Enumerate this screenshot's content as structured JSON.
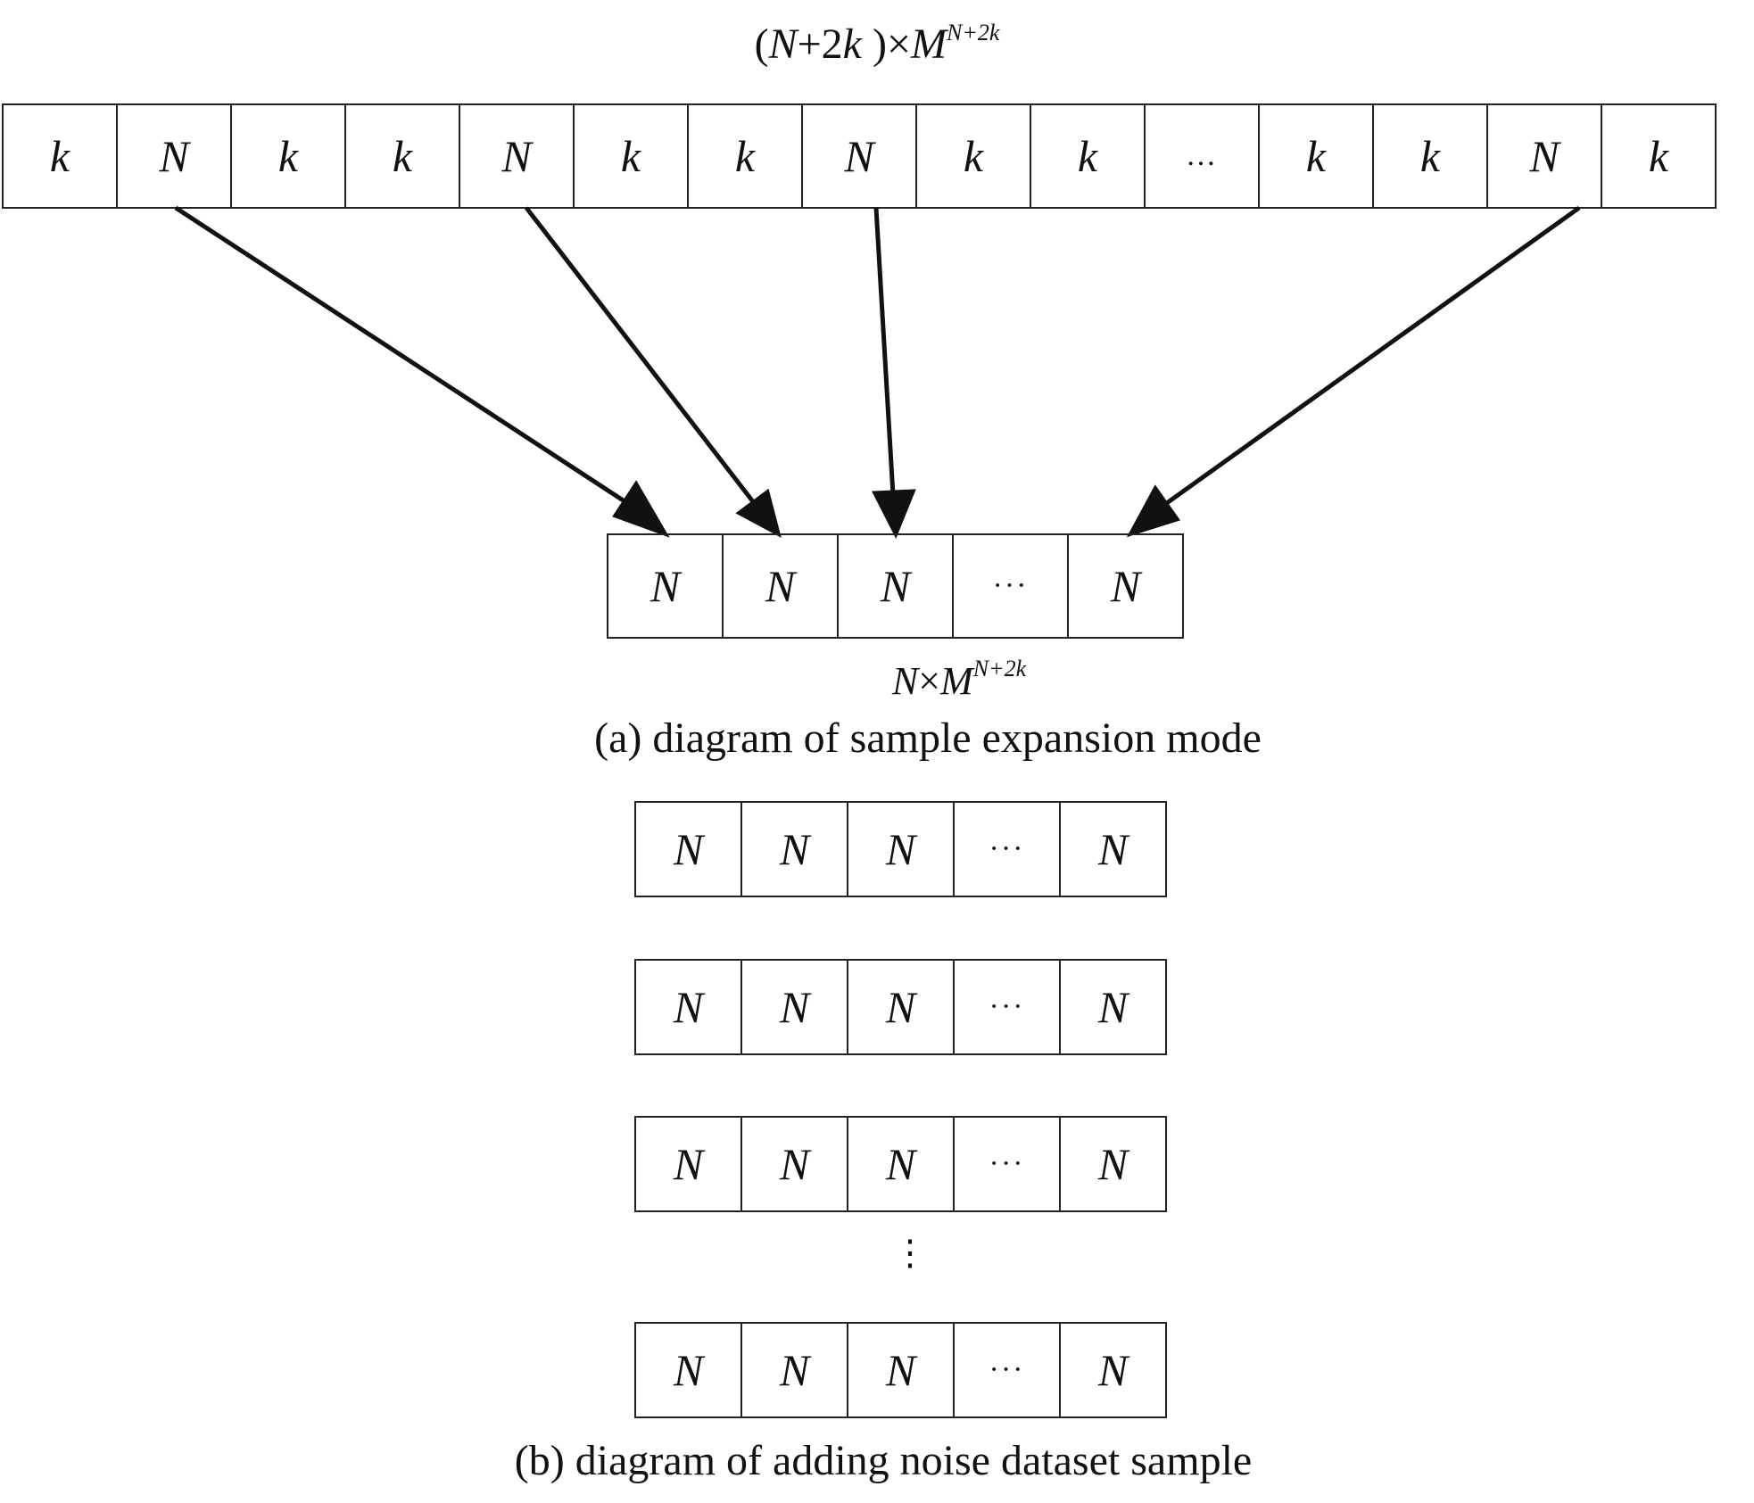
{
  "top_label": {
    "prefix": "(",
    "n": "N",
    "plus": "+2",
    "k": "k",
    "suffix": " )×",
    "m": "M",
    "sup": "N+2k"
  },
  "top_row": [
    "k",
    "N",
    "k",
    "k",
    "N",
    "k",
    "k",
    "N",
    "k",
    "k",
    "…",
    "k",
    "k",
    "N",
    "k"
  ],
  "expanded_row": [
    "N",
    "N",
    "N",
    "···",
    "N"
  ],
  "mid_label": {
    "n": "N",
    "times": "×",
    "m": "M",
    "sup": "N+2k"
  },
  "caption_a": "(a) diagram of sample expansion mode",
  "noise_rows": [
    [
      "N",
      "N",
      "N",
      "···",
      "N"
    ],
    [
      "N",
      "N",
      "N",
      "···",
      "N"
    ],
    [
      "N",
      "N",
      "N",
      "···",
      "N"
    ],
    [
      "N",
      "N",
      "N",
      "···",
      "N"
    ]
  ],
  "vertical_ellipsis": "⋮",
  "caption_b": "(b) diagram of adding noise dataset sample"
}
